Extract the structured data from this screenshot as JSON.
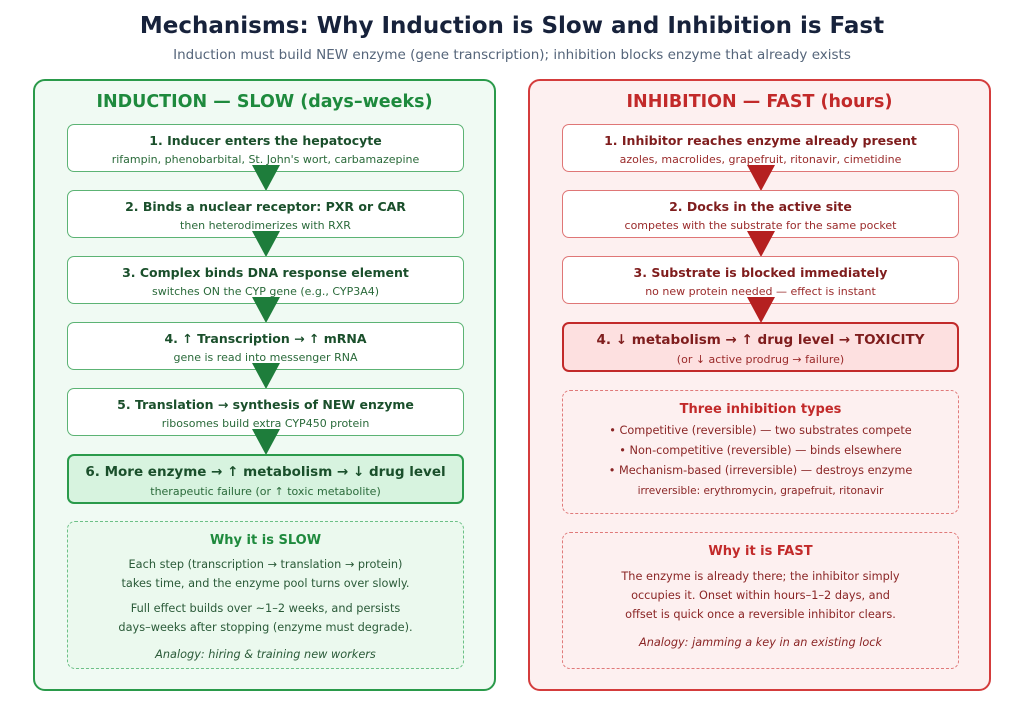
{
  "header": {
    "title": "Mechanisms: Why Induction is Slow and Inhibition is Fast",
    "subtitle": "Induction must build NEW enzyme (gene transcription); inhibition blocks enzyme that already exists"
  },
  "induction": {
    "title": "INDUCTION — SLOW (days–weeks)",
    "steps": [
      {
        "heading": "1. Inducer enters the hepatocyte",
        "detail": "rifampin, phenobarbital, St. John's wort, carbamazepine"
      },
      {
        "heading": "2. Binds a nuclear receptor: PXR or CAR",
        "detail": "then heterodimerizes with RXR"
      },
      {
        "heading": "3. Complex binds DNA response element",
        "detail": "switches ON the CYP gene (e.g., CYP3A4)"
      },
      {
        "heading": "4. ↑ Transcription → ↑ mRNA",
        "detail": "gene is read into messenger RNA"
      },
      {
        "heading": "5. Translation → synthesis of NEW enzyme",
        "detail": "ribosomes build extra CYP450 protein"
      },
      {
        "heading": "6. More enzyme → ↑ metabolism → ↓ drug level",
        "detail": "therapeutic failure (or ↑ toxic metabolite)"
      }
    ],
    "why": {
      "heading": "Why it is SLOW",
      "para1": [
        "Each step (transcription → translation → protein)",
        "takes time, and the enzyme pool turns over slowly."
      ],
      "para2": [
        "Full effect builds over ~1–2 weeks, and persists",
        "days–weeks after stopping (enzyme must degrade)."
      ],
      "analogy": "Analogy: hiring & training new workers"
    }
  },
  "inhibition": {
    "title": "INHIBITION — FAST (hours)",
    "steps": [
      {
        "heading": "1. Inhibitor reaches enzyme already present",
        "detail": "azoles, macrolides, grapefruit, ritonavir, cimetidine"
      },
      {
        "heading": "2. Docks in the active site",
        "detail": "competes with the substrate for the same pocket"
      },
      {
        "heading": "3. Substrate is blocked immediately",
        "detail": "no new protein needed — effect is instant"
      },
      {
        "heading": "4. ↓ metabolism → ↑ drug level → TOXICITY",
        "detail": "(or ↓ active prodrug → failure)"
      }
    ],
    "types": {
      "heading": "Three inhibition types",
      "items": [
        "• Competitive (reversible) — two substrates compete",
        "• Non-competitive (reversible) — binds elsewhere",
        "• Mechanism-based (irreversible) — destroys enzyme"
      ],
      "footnote": "irreversible: erythromycin, grapefruit, ritonavir"
    },
    "why": {
      "heading": "Why it is FAST",
      "para1": [
        "The enzyme is already there; the inhibitor simply",
        "occupies it. Onset within hours–1–2 days, and",
        "offset is quick once a reversible inhibitor clears."
      ],
      "analogy": "Analogy: jamming a key in an existing lock"
    }
  }
}
